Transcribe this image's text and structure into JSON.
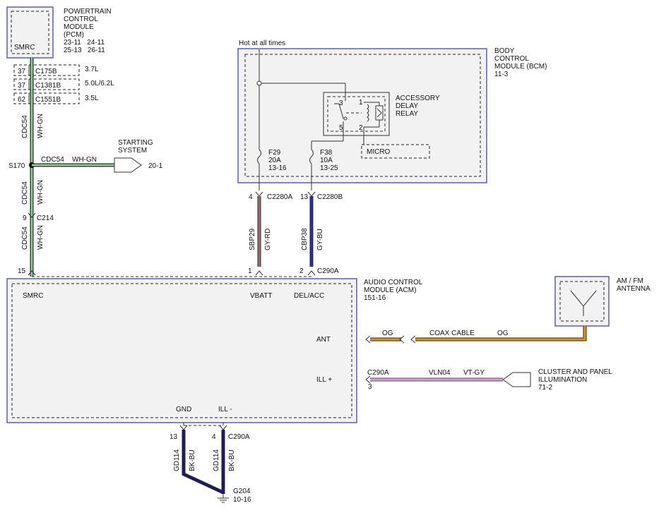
{
  "pcm": {
    "title_lines": [
      "POWERTRAIN",
      "CONTROL",
      "MODULE",
      "(PCM)"
    ],
    "refs": [
      "23-11   24-11",
      "25-13   26-11"
    ],
    "pin_label": "SMRC"
  },
  "connectors": [
    {
      "pin": "37",
      "name": "C175B",
      "note": "3.7L"
    },
    {
      "pin": "37",
      "name": "C1381B",
      "note": "5.0L/6.2L"
    },
    {
      "pin": "62",
      "name": "C1551B",
      "note": "3.5L"
    }
  ],
  "wires": {
    "cdc54_circuit": "CDC54",
    "cdc54_color": "WH-GN",
    "sbp29_circuit": "SBP29",
    "sbp29_color": "GY-RD",
    "cbp38_circuit": "CBP38",
    "cbp38_color": "GY-BU",
    "gd114_circuit": "GD114",
    "gd114_color": "BK-BU",
    "coax_label": "COAX CABLE",
    "coax_color": "OG",
    "vln04_circuit": "VLN04",
    "vln04_color": "VT-GY",
    "wire_colors": {
      "wh_gn": "#3a9a3a",
      "gy_rd": "#a07070",
      "gy_bu": "#2030b0",
      "bk_bu": "#1a1a6a",
      "og": "#e8950a",
      "vt_gy": "#d8a0d8"
    }
  },
  "splice": {
    "label": "S170"
  },
  "starting": {
    "title_lines": [
      "STARTING",
      "SYSTEM"
    ],
    "ref": "20-1"
  },
  "c214": {
    "pin": "9",
    "name": "C214"
  },
  "bcm": {
    "hot_label": "Hot at all times",
    "title_lines": [
      "BODY",
      "CONTROL",
      "MODULE (BCM)"
    ],
    "ref": "11-3",
    "relay_lines": [
      "ACCESSORY",
      "DELAY",
      "RELAY"
    ],
    "relay_pins": [
      "3",
      "1",
      "5",
      "2"
    ],
    "micro": "MICRO",
    "f29": {
      "name": "F29",
      "rating": "20A",
      "ref": "13-16"
    },
    "f38": {
      "name": "F38",
      "rating": "10A",
      "ref": "13-25"
    },
    "c2280a": {
      "pin": "4",
      "name": "C2280A"
    },
    "c2280b": {
      "pin": "13",
      "name": "C2280B"
    }
  },
  "acm": {
    "title_lines": [
      "AUDIO CONTROL",
      "MODULE (ACM)"
    ],
    "ref": "151-16",
    "pin15": "15",
    "pin1": "1",
    "pin2": "2",
    "c290a": "C290A",
    "smrc": "SMRC",
    "vbatt": "VBATT",
    "delacc": "DEL/ACC",
    "ant": "ANT",
    "ill_plus": "ILL +",
    "gnd": "GND",
    "ill_minus": "ILL -"
  },
  "antenna": {
    "title_lines": [
      "AM / FM",
      "ANTENNA"
    ]
  },
  "cluster": {
    "title_lines": [
      "CLUSTER AND PANEL",
      "ILLUMINATION"
    ],
    "ref": "71-2",
    "conn": "C290A",
    "pin": "3"
  },
  "ground": {
    "pin13": "13",
    "pin4": "4",
    "conn": "C290A",
    "name": "G204",
    "ref": "10-16"
  }
}
